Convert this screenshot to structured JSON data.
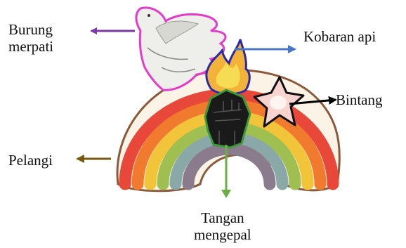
{
  "labels": {
    "dove": [
      "Burung",
      "merpati"
    ],
    "flame": "Kobaran api",
    "star": "Bintang",
    "rainbow": "Pelangi",
    "fist": [
      "Tangan",
      "mengepal"
    ]
  },
  "colors": {
    "dove_arrow": "#7b3aa8",
    "flame_arrow": "#4a78c8",
    "star_arrow": "#000000",
    "rainbow_arrow": "#7a5a10",
    "fist_arrow": "#6aae45",
    "dove_outline": "#e23cc8",
    "flame_outline": "#2a2aa8",
    "fist_outline": "#3a9a3a",
    "rainbow_outline": "#8a5a3a",
    "rainbow_bands": [
      "#e8483a",
      "#f07a2e",
      "#f2c43a",
      "#9fc050",
      "#8aa8a8",
      "#8a7c8c"
    ]
  }
}
